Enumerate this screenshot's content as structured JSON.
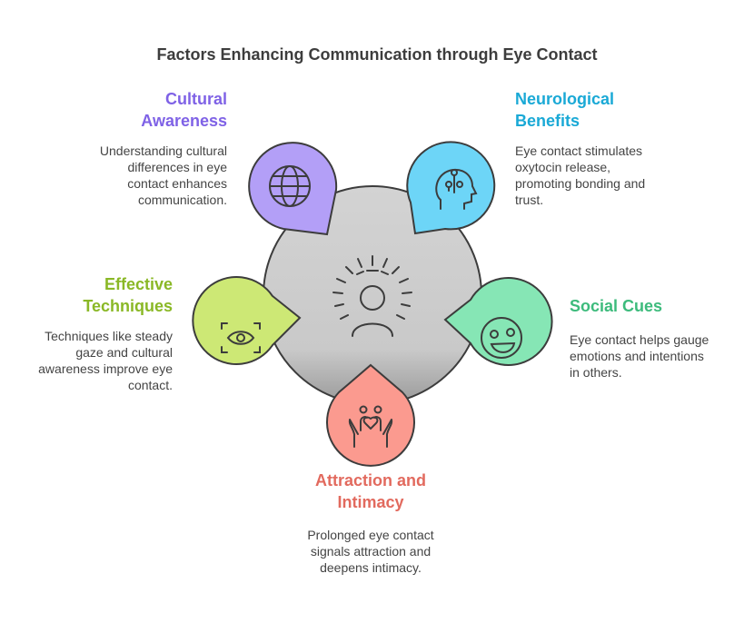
{
  "title": "Factors Enhancing Communication through Eye Contact",
  "colors": {
    "center": "#cfcfcf",
    "cultural": "#b39ff7",
    "neurological": "#6dd5f7",
    "social": "#86e6b5",
    "attraction": "#fb9a8f",
    "effective": "#cde875"
  },
  "factors": [
    {
      "id": "cultural",
      "icon": "globe-icon",
      "color": "#7f62e6",
      "heading_1": "Cultural",
      "heading_2": "Awareness",
      "desc_1": "Understanding cultural",
      "desc_2": "differences in eye",
      "desc_3": "contact enhances",
      "desc_4": "communication."
    },
    {
      "id": "neurological",
      "icon": "brain-head-icon",
      "color": "#1aa9d6",
      "heading_1": "Neurological",
      "heading_2": "Benefits",
      "desc_1": "Eye contact stimulates",
      "desc_2": "oxytocin release,",
      "desc_3": "promoting bonding and",
      "desc_4": "trust."
    },
    {
      "id": "social",
      "icon": "smiley-face-icon",
      "color": "#3dbb7c",
      "heading_1": "Social Cues",
      "desc_1": "Eye contact helps gauge",
      "desc_2": "emotions and intentions",
      "desc_3": "in others."
    },
    {
      "id": "attraction",
      "icon": "couple-heart-hands-icon",
      "color": "#e26a5e",
      "heading_1": "Attraction and",
      "heading_2": "Intimacy",
      "desc_1": "Prolonged eye contact",
      "desc_2": "signals attraction and",
      "desc_3": "deepens intimacy."
    },
    {
      "id": "effective",
      "icon": "eye-focus-icon",
      "color": "#8ab826",
      "heading_1": "Effective",
      "heading_2": "Techniques",
      "desc_1": "Techniques like steady",
      "desc_2": "gaze and cultural",
      "desc_3": "awareness improve eye",
      "desc_4": "contact."
    }
  ]
}
